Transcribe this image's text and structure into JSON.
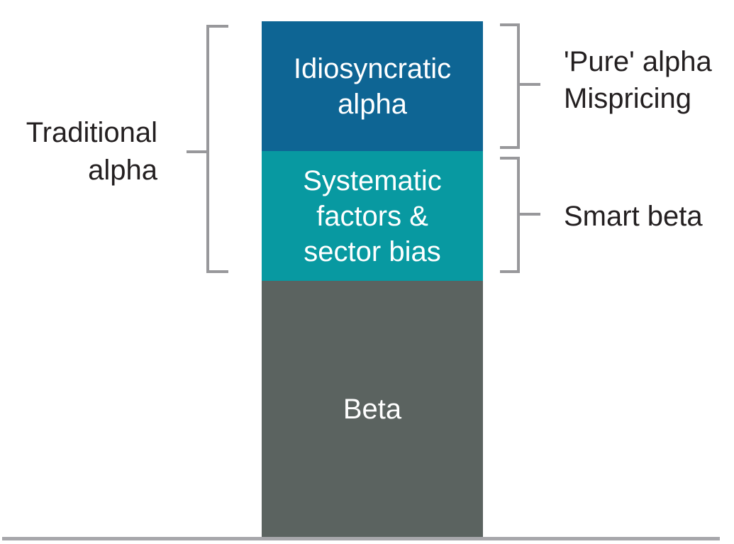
{
  "diagram": {
    "bar": {
      "segments": [
        {
          "name": "idiosyncratic-alpha",
          "color": "#0e6594",
          "lines": [
            "Idiosyncratic",
            "alpha"
          ]
        },
        {
          "name": "systematic-factors-sector-bias",
          "color": "#0899a1",
          "lines": [
            "Systematic",
            "factors &",
            "sector bias"
          ]
        },
        {
          "name": "beta",
          "color": "#5b6360",
          "lines": [
            "Beta"
          ]
        }
      ]
    },
    "annotations": {
      "traditional_alpha": {
        "lines": [
          "Traditional",
          "alpha"
        ]
      },
      "pure_alpha": {
        "lines": [
          "'Pure' alpha",
          "Mispricing"
        ]
      },
      "smart_beta": {
        "lines": [
          "Smart beta"
        ]
      }
    },
    "colors": {
      "segment_idiosyncratic": "#0e6594",
      "segment_systematic": "#0899a1",
      "segment_beta": "#5b6360",
      "bracket": "#98989b",
      "baseline": "#a7a7ab",
      "annotation_text": "#231f20",
      "bar_text": "#ffffff"
    }
  }
}
